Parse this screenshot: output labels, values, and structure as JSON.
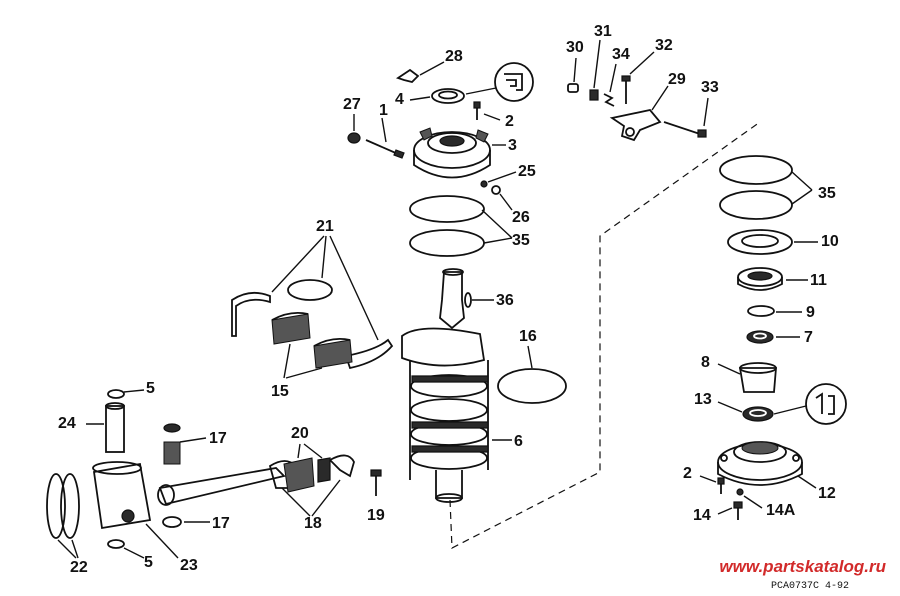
{
  "labels": {
    "p1": "1",
    "p2a": "2",
    "p2b": "2",
    "p3": "3",
    "p4": "4",
    "p5a": "5",
    "p5b": "5",
    "p6": "6",
    "p7": "7",
    "p8": "8",
    "p9": "9",
    "p10": "10",
    "p11": "11",
    "p12": "12",
    "p13": "13",
    "p14": "14",
    "p14a": "14A",
    "p15": "15",
    "p16": "16",
    "p17a": "17",
    "p17b": "17",
    "p18": "18",
    "p19": "19",
    "p20": "20",
    "p21": "21",
    "p22": "22",
    "p23": "23",
    "p24": "24",
    "p25": "25",
    "p26": "26",
    "p27": "27",
    "p28": "28",
    "p29": "29",
    "p30": "30",
    "p31": "31",
    "p32": "32",
    "p33": "33",
    "p34": "34",
    "p35a": "35",
    "p35b": "35",
    "p36": "36"
  },
  "watermark": "www.partskatalog.ru",
  "figure_code": "PCA0737C  4-92",
  "colors": {
    "ink": "#111111",
    "watermark": "#d22a2a"
  }
}
